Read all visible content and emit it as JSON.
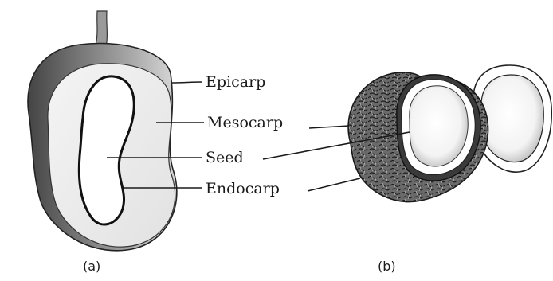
{
  "figure": {
    "panels": [
      {
        "id": "a",
        "caption": "(a)",
        "subject": "mango fruit longitudinal section",
        "labels": [
          "Epicarp",
          "Mesocarp",
          "Seed",
          "Endocarp"
        ]
      },
      {
        "id": "b",
        "caption": "(b)",
        "subject": "coconut halves"
      }
    ]
  },
  "colors": {
    "ink": "#1a1a1a",
    "epicarp_dark": "#5d5d5d",
    "epicarp_light": "#cfcfcf",
    "mesocarp": "#ececec",
    "seed": "#ffffff",
    "husk": "#4a4a4a"
  }
}
